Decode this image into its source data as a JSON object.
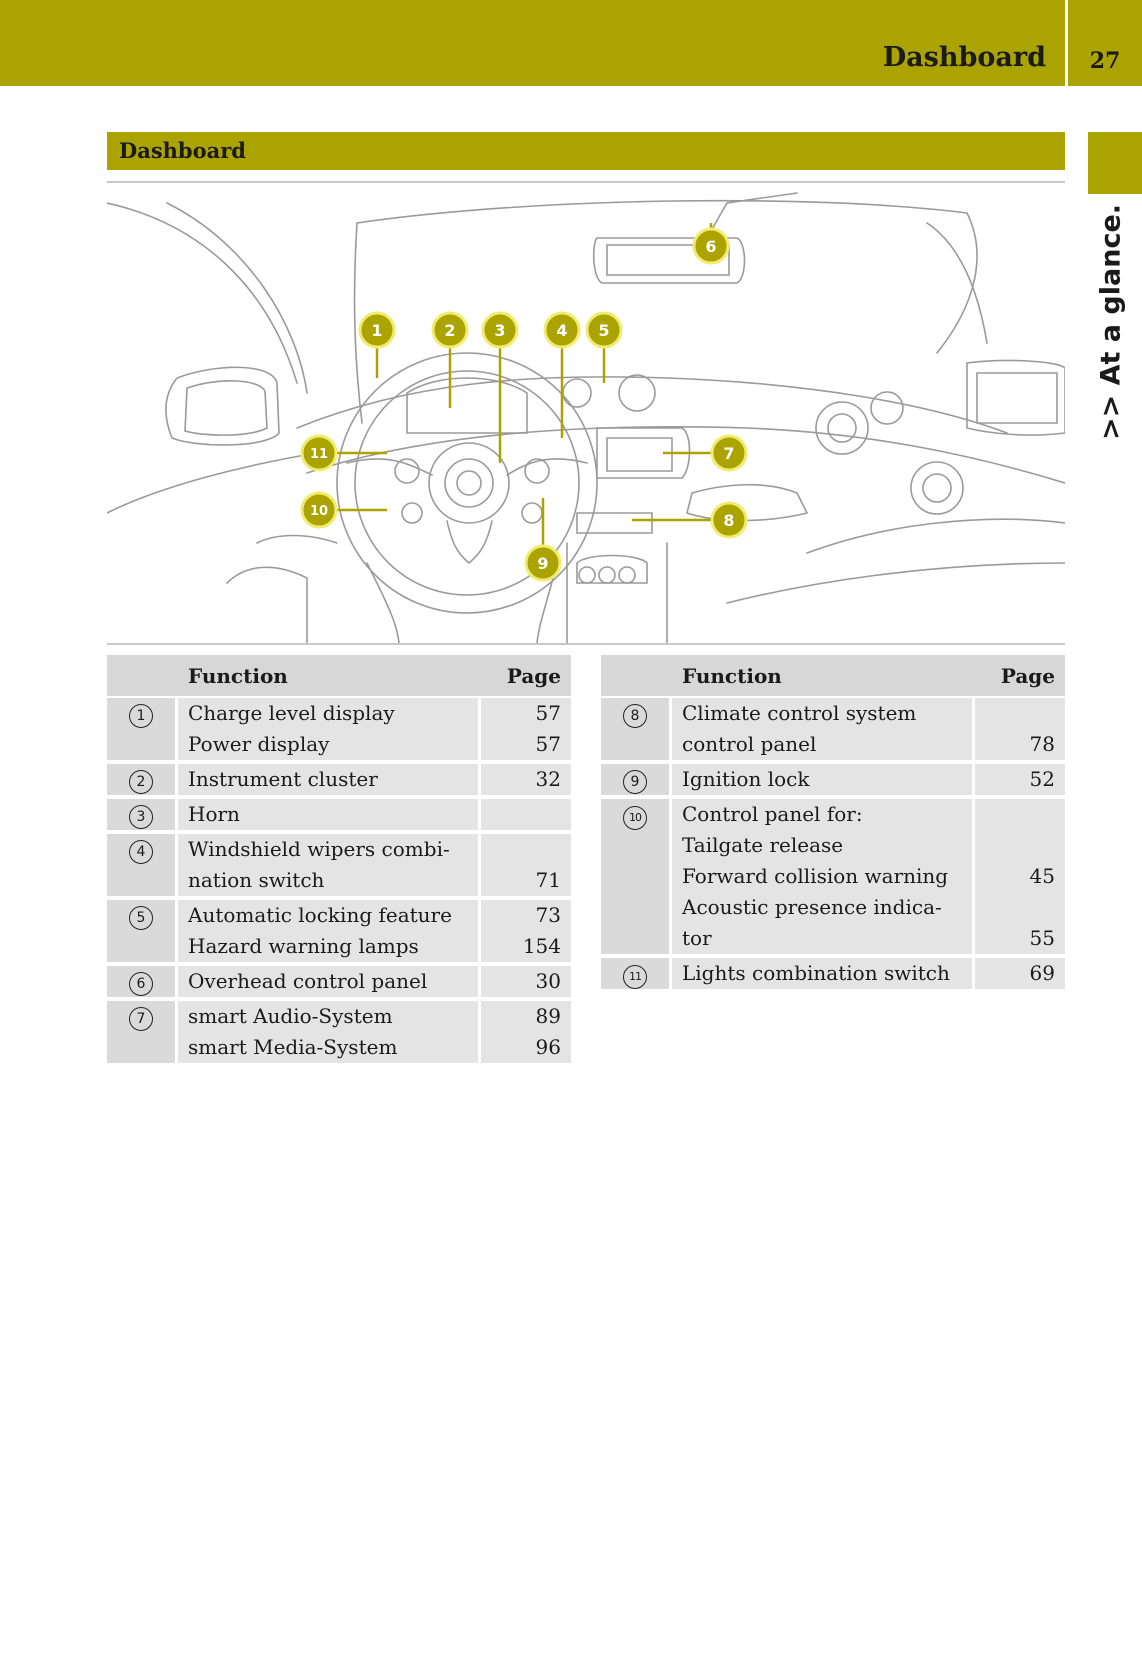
{
  "header": {
    "title": "Dashboard",
    "page_number": "27"
  },
  "side_tab": {
    "label": ">> At a glance."
  },
  "section": {
    "title": "Dashboard"
  },
  "callouts": [
    "1",
    "2",
    "3",
    "4",
    "5",
    "6",
    "7",
    "8",
    "9",
    "10",
    "11"
  ],
  "colors": {
    "accent": "#aba300",
    "table_header": "#d7d7d7",
    "table_row": "#e4e4e4"
  },
  "left_table": {
    "header": {
      "function": "Function",
      "page": "Page"
    },
    "rows": [
      {
        "num": "1",
        "lines": [
          {
            "text": "Charge level display",
            "page": "57"
          },
          {
            "text": "Power display",
            "page": "57"
          }
        ]
      },
      {
        "num": "2",
        "lines": [
          {
            "text": "Instrument cluster",
            "page": "32"
          }
        ]
      },
      {
        "num": "3",
        "lines": [
          {
            "text": "Horn",
            "page": ""
          }
        ]
      },
      {
        "num": "4",
        "lines": [
          {
            "text": "Windshield wipers combi-",
            "page": ""
          },
          {
            "text": "nation switch",
            "page": "71"
          }
        ]
      },
      {
        "num": "5",
        "lines": [
          {
            "text": "Automatic locking feature",
            "page": "73"
          },
          {
            "text": "Hazard warning lamps",
            "page": "154"
          }
        ]
      },
      {
        "num": "6",
        "lines": [
          {
            "text": "Overhead control panel",
            "page": "30"
          }
        ]
      },
      {
        "num": "7",
        "lines": [
          {
            "text": "smart Audio-System",
            "page": "89"
          },
          {
            "text": "smart Media-System",
            "page": "96"
          }
        ]
      }
    ]
  },
  "right_table": {
    "header": {
      "function": "Function",
      "page": "Page"
    },
    "rows": [
      {
        "num": "8",
        "lines": [
          {
            "text": "Climate control system",
            "page": ""
          },
          {
            "text": "control panel",
            "page": "78"
          }
        ]
      },
      {
        "num": "9",
        "lines": [
          {
            "text": "Ignition lock",
            "page": "52"
          }
        ]
      },
      {
        "num": "10",
        "lines": [
          {
            "text": "Control panel for:",
            "page": ""
          },
          {
            "text": "Tailgate release",
            "page": ""
          },
          {
            "text": "Forward collision warning",
            "page": "45"
          },
          {
            "text": "Acoustic presence indica-",
            "page": ""
          },
          {
            "text": "tor",
            "page": "55"
          }
        ]
      },
      {
        "num": "11",
        "lines": [
          {
            "text": "Lights combination switch",
            "page": "69"
          }
        ]
      }
    ]
  }
}
